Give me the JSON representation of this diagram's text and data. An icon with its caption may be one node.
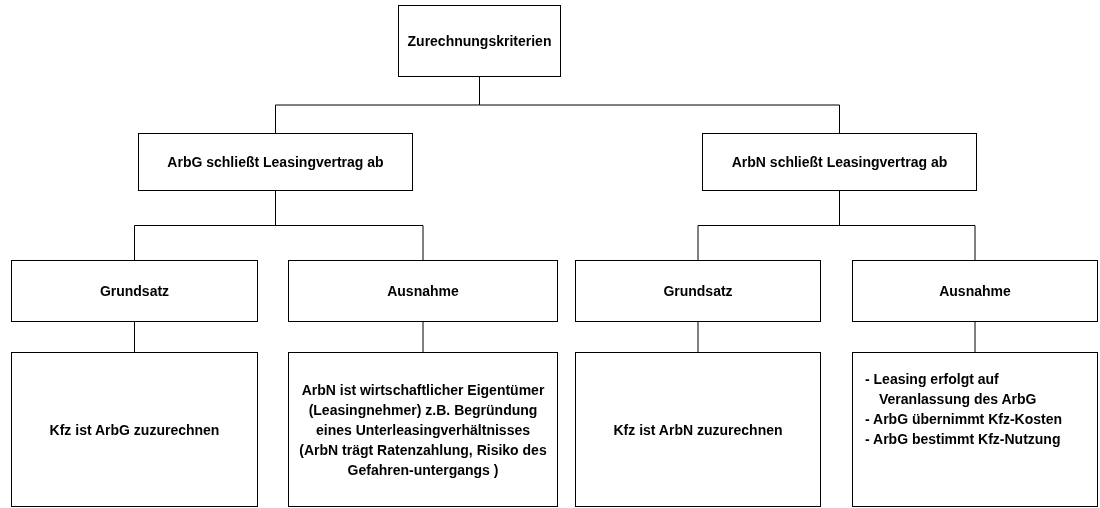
{
  "diagram": {
    "nodes": [
      {
        "text": [
          "Zurechnungskriterien"
        ]
      },
      {
        "text": [
          "ArbG schließt Leasingvertrag ab"
        ]
      },
      {
        "text": [
          "ArbN schließt Leasingvertrag ab"
        ]
      },
      {
        "text": [
          "Grundsatz"
        ]
      },
      {
        "text": [
          "Ausnahme"
        ]
      },
      {
        "text": [
          "Grundsatz"
        ]
      },
      {
        "text": [
          "Ausnahme"
        ]
      },
      {
        "text": [
          "Kfz ist ArbG zuzurechnen"
        ]
      },
      {
        "text": [
          "ArbN ist wirtschaftlicher Eigentümer (Leasingnehmer) z.B. Begründung eines Unterleasingverhältnisses (ArbN trägt Ratenzahlung, Risiko des Gefahren-untergangs )"
        ]
      },
      {
        "text": [
          "Kfz ist ArbN zuzurechnen"
        ]
      },
      {
        "text": [
          "- Leasing erfolgt auf Veranlassung des ArbG",
          "- ArbG übernimmt Kfz-Kosten",
          "- ArbG bestimmt Kfz-Nutzung"
        ]
      }
    ],
    "edges": [
      {
        "from": 0,
        "to": 1,
        "arrow": "none"
      },
      {
        "from": 0,
        "to": 2,
        "arrow": "none"
      },
      {
        "from": 1,
        "to": 3,
        "arrow": "none"
      },
      {
        "from": 1,
        "to": 4,
        "arrow": "none"
      },
      {
        "from": 2,
        "to": 5,
        "arrow": "none"
      },
      {
        "from": 2,
        "to": 6,
        "arrow": "none"
      },
      {
        "from": 3,
        "to": 7,
        "arrow": "none"
      },
      {
        "from": 4,
        "to": 8,
        "arrow": "none"
      },
      {
        "from": 5,
        "to": 9,
        "arrow": "none"
      },
      {
        "from": 6,
        "to": 10,
        "arrow": "none"
      }
    ]
  }
}
